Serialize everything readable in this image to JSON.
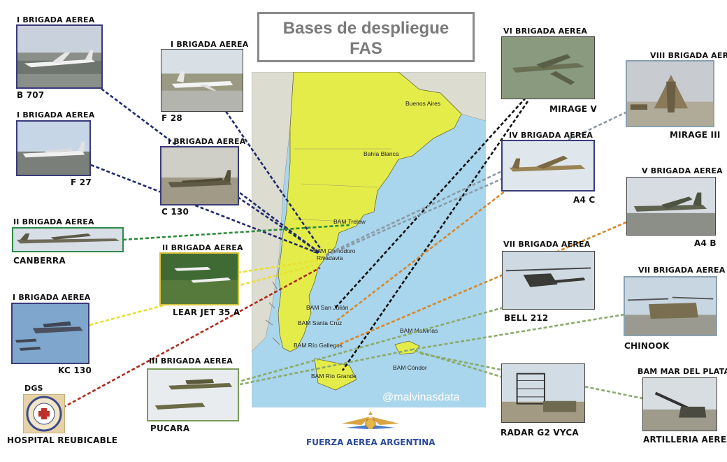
{
  "title": {
    "line1": "Bases de despliegue",
    "line2": "FAS"
  },
  "watermark": "@malvinasdata",
  "footer": "FUERZA AEREA ARGENTINA",
  "cities": {
    "buenos_aires": "Buenos Aires",
    "bahia_blanca": "Bahía Blanca",
    "trelew": "BAM Trelew",
    "comodoro": "BAM Comodoro",
    "rivadavia": "Rivadavia",
    "san_julian": "BAM San Julián",
    "santa_cruz": "BAM Santa Cruz",
    "rio_gallegos": "BAM Río Gallegos",
    "rio_grande": "BAM Río Grande",
    "malvinas": "BAM Malvinas",
    "condor": "BAM Cóndor"
  },
  "units": {
    "b707": {
      "brigade": "I BRIGADA AEREA",
      "name": "B 707"
    },
    "f28": {
      "brigade": "I BRIGADA AEREA",
      "name": "F 28"
    },
    "f27": {
      "brigade": "I BRIGADA AEREA",
      "name": "F 27"
    },
    "c130": {
      "brigade": "I BRIGADA AEREA",
      "name": "C 130"
    },
    "canberra": {
      "brigade": "II BRIGADA AEREA",
      "name": "CANBERRA"
    },
    "learjet": {
      "brigade": "II BRIGADA AEREA",
      "name": "LEAR JET 35 A"
    },
    "kc130": {
      "brigade": "I BRIGADA AEREA",
      "name": "KC 130"
    },
    "hospital": {
      "brigade": "DGS",
      "name": "HOSPITAL REUBICABLE"
    },
    "pucara": {
      "brigade": "III BRIGADA AEREA",
      "name": "PUCARA"
    },
    "mirage5": {
      "brigade": "VI BRIGADA AEREA",
      "name": "MIRAGE V"
    },
    "mirage3": {
      "brigade": "VIII BRIGADA AEREA",
      "name": "MIRAGE III"
    },
    "a4c": {
      "brigade": "IV BRIGADA AEREA",
      "name": "A4 C"
    },
    "a4b": {
      "brigade": "V BRIGADA AEREA",
      "name": "A4 B"
    },
    "bell212": {
      "brigade": "VII BRIGADA AEREA",
      "name": "BELL 212"
    },
    "chinook": {
      "brigade": "VII BRIGADA AEREA",
      "name": "CHINOOK"
    },
    "radar": {
      "brigade": "",
      "name": "RADAR G2 VYCA"
    },
    "artilleria": {
      "brigade": "BAM MAR DEL PLATA",
      "name": "ARTILLERIA AEREA"
    }
  },
  "colors": {
    "land": "#e4ec4a",
    "sea": "#a9d6ec",
    "line_navy": "#1f2a6e",
    "line_green": "#2e8b3a",
    "line_yellow": "#e8e030",
    "line_red": "#b02a1e",
    "line_gray": "#8a9aa8",
    "line_orange": "#d8862a",
    "line_olive": "#8aaa6a",
    "line_black": "#111111"
  }
}
